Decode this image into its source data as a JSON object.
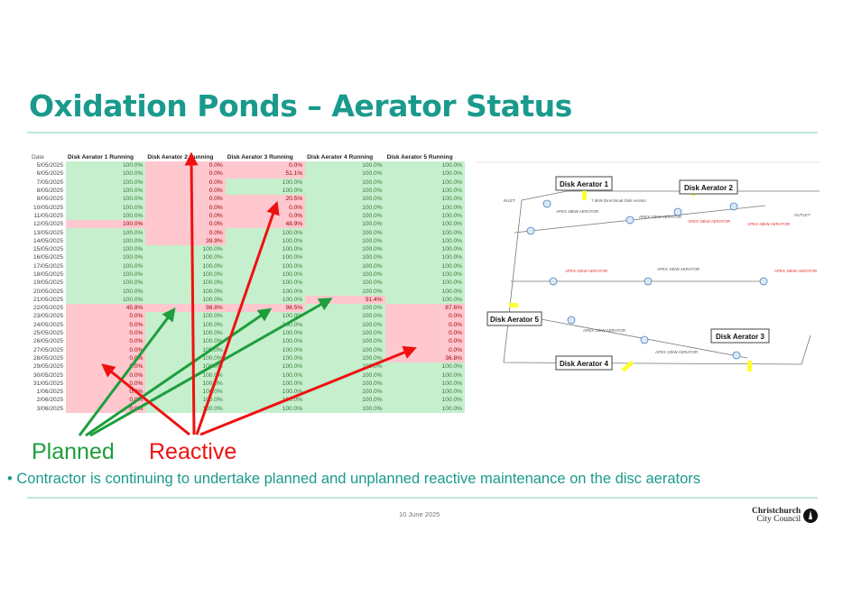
{
  "title": "Oxidation Ponds – Aerator Status",
  "table": {
    "headers": [
      "Date",
      "Disk Aerator 1 Running",
      "Disk Aerator 2 Running",
      "Disk Aerator 3 Running",
      "Disk Aerator 4 Running",
      "Disk Aerator 5 Running"
    ],
    "rows": [
      [
        "5/05/2025",
        "100.0%",
        "0.0%",
        "0.0%",
        "100.0%",
        "100.0%"
      ],
      [
        "6/05/2025",
        "100.0%",
        "0.0%",
        "51.1%",
        "100.0%",
        "100.0%"
      ],
      [
        "7/05/2025",
        "100.0%",
        "0.0%",
        "100.0%",
        "100.0%",
        "100.0%"
      ],
      [
        "8/05/2025",
        "100.0%",
        "0.0%",
        "100.0%",
        "100.0%",
        "100.0%"
      ],
      [
        "9/05/2025",
        "100.0%",
        "0.0%",
        "20.5%",
        "100.0%",
        "100.0%"
      ],
      [
        "10/05/2025",
        "100.0%",
        "0.0%",
        "0.0%",
        "100.0%",
        "100.0%"
      ],
      [
        "11/05/2025",
        "100.0%",
        "0.0%",
        "0.0%",
        "100.0%",
        "100.0%"
      ],
      [
        "12/05/2025",
        "100.0%",
        "0.0%",
        "48.9%",
        "100.0%",
        "100.0%"
      ],
      [
        "13/05/2025",
        "100.0%",
        "0.0%",
        "100.0%",
        "100.0%",
        "100.0%"
      ],
      [
        "14/05/2025",
        "100.0%",
        "39.9%",
        "100.0%",
        "100.0%",
        "100.0%"
      ],
      [
        "15/05/2025",
        "100.0%",
        "100.0%",
        "100.0%",
        "100.0%",
        "100.0%"
      ],
      [
        "16/05/2025",
        "100.0%",
        "100.0%",
        "100.0%",
        "100.0%",
        "100.0%"
      ],
      [
        "17/05/2025",
        "100.0%",
        "100.0%",
        "100.0%",
        "100.0%",
        "100.0%"
      ],
      [
        "18/05/2025",
        "100.0%",
        "100.0%",
        "100.0%",
        "100.0%",
        "100.0%"
      ],
      [
        "19/05/2025",
        "100.0%",
        "100.0%",
        "100.0%",
        "100.0%",
        "100.0%"
      ],
      [
        "20/05/2025",
        "100.0%",
        "100.0%",
        "100.0%",
        "100.0%",
        "100.0%"
      ],
      [
        "21/05/2025",
        "100.0%",
        "100.0%",
        "100.0%",
        "91.4%",
        "100.0%"
      ],
      [
        "22/05/2025",
        "45.8%",
        "98.8%",
        "98.5%",
        "100.0%",
        "87.6%"
      ],
      [
        "23/05/2025",
        "0.0%",
        "100.0%",
        "100.0%",
        "100.0%",
        "0.0%"
      ],
      [
        "24/05/2025",
        "0.0%",
        "100.0%",
        "100.0%",
        "100.0%",
        "0.0%"
      ],
      [
        "25/05/2025",
        "0.0%",
        "100.0%",
        "100.0%",
        "100.0%",
        "0.0%"
      ],
      [
        "26/05/2025",
        "0.0%",
        "100.0%",
        "100.0%",
        "100.0%",
        "0.0%"
      ],
      [
        "27/05/2025",
        "0.0%",
        "100.0%",
        "100.0%",
        "100.0%",
        "0.0%"
      ],
      [
        "28/05/2025",
        "0.0%",
        "100.0%",
        "100.0%",
        "100.0%",
        "36.8%"
      ],
      [
        "29/05/2025",
        "0.0%",
        "100.0%",
        "100.0%",
        "100.0%",
        "100.0%"
      ],
      [
        "30/05/2025",
        "0.0%",
        "100.0%",
        "100.0%",
        "100.0%",
        "100.0%"
      ],
      [
        "31/05/2025",
        "0.0%",
        "100.0%",
        "100.0%",
        "100.0%",
        "100.0%"
      ],
      [
        "1/06/2025",
        "0.0%",
        "100.0%",
        "100.0%",
        "100.0%",
        "100.0%"
      ],
      [
        "2/06/2025",
        "0.0%",
        "100.0%",
        "100.0%",
        "100.0%",
        "100.0%"
      ],
      [
        "3/06/2025",
        "0.0%",
        "100.0%",
        "100.0%",
        "100.0%",
        "100.0%"
      ]
    ],
    "red_cells": [
      [
        7,
        1
      ],
      [
        17,
        1
      ],
      [
        18,
        1
      ],
      [
        19,
        1
      ],
      [
        20,
        1
      ],
      [
        21,
        1
      ],
      [
        22,
        1
      ],
      [
        23,
        1
      ],
      [
        24,
        1
      ],
      [
        25,
        1
      ],
      [
        26,
        1
      ],
      [
        27,
        1
      ],
      [
        28,
        1
      ],
      [
        29,
        1
      ],
      [
        0,
        2
      ],
      [
        1,
        2
      ],
      [
        2,
        2
      ],
      [
        3,
        2
      ],
      [
        4,
        2
      ],
      [
        5,
        2
      ],
      [
        6,
        2
      ],
      [
        7,
        2
      ],
      [
        8,
        2
      ],
      [
        9,
        2
      ],
      [
        17,
        2
      ],
      [
        0,
        3
      ],
      [
        1,
        3
      ],
      [
        4,
        3
      ],
      [
        5,
        3
      ],
      [
        6,
        3
      ],
      [
        7,
        3
      ],
      [
        17,
        3
      ],
      [
        16,
        4
      ],
      [
        17,
        5
      ],
      [
        18,
        5
      ],
      [
        19,
        5
      ],
      [
        20,
        5
      ],
      [
        21,
        5
      ],
      [
        22,
        5
      ],
      [
        23,
        5
      ]
    ]
  },
  "map": {
    "callouts": [
      "Disk Aerator 1",
      "Disk Aerator 2",
      "Disk Aerator 3",
      "Disk Aerator 4",
      "Disk Aerator 5"
    ],
    "inlet": "INLET",
    "outlet": "OUTLET",
    "directional": "7.5kW Directional Disk Aerator",
    "apex45": "APEX 45kW AERATOR",
    "apex22": "APEX 22kW AERATOR"
  },
  "legend": {
    "planned": "Planned",
    "reactive": "Reactive",
    "planned_color": "#1e9e3c",
    "reactive_color": "#ee1111"
  },
  "bullet": "Contractor is continuing to undertake planned and unplanned reactive maintenance on the disc aerators",
  "footer": {
    "date": "10 June 2025",
    "logo_line1": "Christchurch",
    "logo_line2": "City Council"
  }
}
